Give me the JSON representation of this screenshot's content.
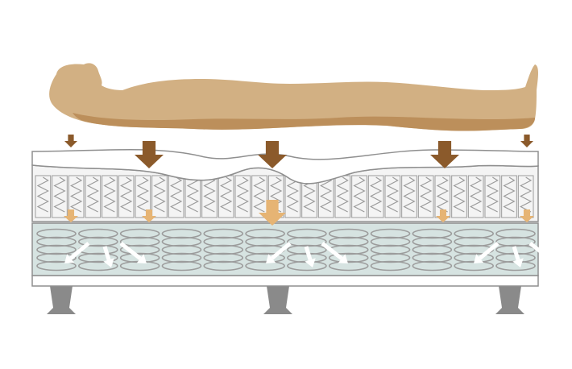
{
  "colors": {
    "background": "#ffffff",
    "body_fill": "#d2b083",
    "body_shadow": "#b88a55",
    "pressure_arrow": "#8b5a2b",
    "dispersed_arrow": "#e6b474",
    "spread_arrow": "#ffffff",
    "coil_stroke": "#9c9c9c",
    "pocket_layer_fill": "#f4f4f4",
    "base_layer_fill": "#d6e3e1",
    "outline": "#8f8f8f",
    "leg_fill": "#8a8a8a"
  },
  "icons": {
    "body": "reclining-human-icon",
    "pressure": "arrow-down-icon",
    "spread": "arrow-diagonal-icon",
    "coil": "coil-spring-icon",
    "leg": "bed-leg-icon"
  },
  "pressure_levels": {
    "top_arrows": [
      "light",
      "heavy",
      "heavy",
      "heavy",
      "light"
    ],
    "middle_arrows": [
      "light",
      "light",
      "heavy",
      "light",
      "light"
    ]
  },
  "counts": {
    "pocket_coils": 30,
    "base_coils": 12,
    "legs": 3
  }
}
